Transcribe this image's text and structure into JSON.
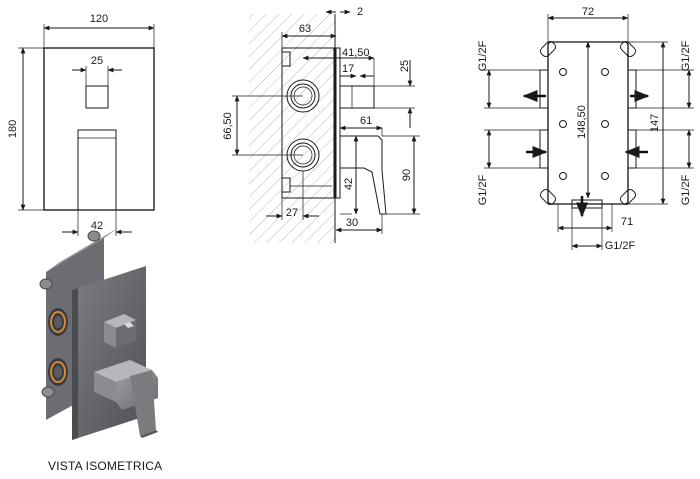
{
  "front_view": {
    "width": "120",
    "height": "180",
    "top_square": "25",
    "handle_width": "42"
  },
  "side_view": {
    "wall_offset": "2",
    "body_depth": "63",
    "stem_distance": "41,50",
    "stem_depth": "17",
    "stem_height": "25",
    "inlet_spacing": "66,50",
    "handle_depth": "61",
    "handle_height": "42",
    "handle_total": "90",
    "bottom_offset": "27",
    "plate_offset": "30"
  },
  "back_view": {
    "width": "72",
    "height": "147",
    "inner_height": "148,50",
    "bottom_offset": "71",
    "thread_labels": [
      "G1/2F",
      "G1/2F",
      "G1/2F",
      "G1/2F",
      "G1/2F"
    ]
  },
  "isometric": {
    "caption": "VISTA ISOMETRICA"
  },
  "colors": {
    "line": "#1a1a1a",
    "hatch": "#888888",
    "metal_dark": "#5a5c60",
    "metal_mid": "#8a8c90",
    "metal_light": "#b5b7bb",
    "accent_orange": "#d08a3a"
  }
}
